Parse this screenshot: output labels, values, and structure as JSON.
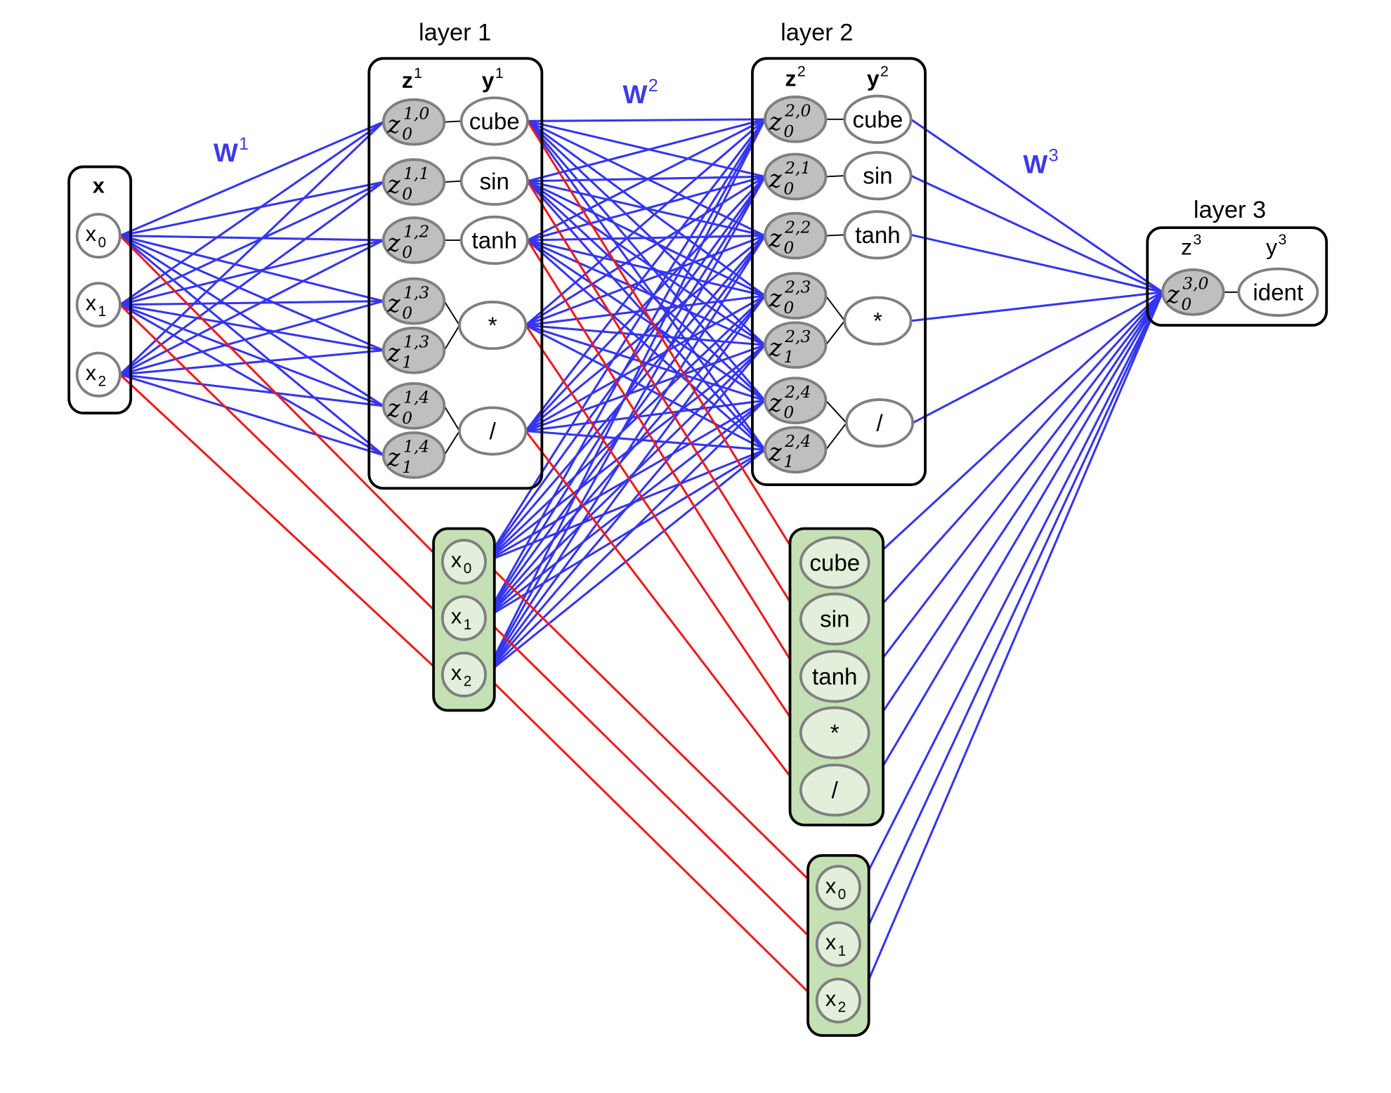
{
  "colors": {
    "weight_edge": "#3535f0",
    "skip_edge": "#ee1b1b",
    "z_fill": "#bfbfbf",
    "node_stroke": "#7f7f7f",
    "skip_box": "#c5e0b4",
    "skip_node": "#e2efda",
    "weight_label": "#3b3be8"
  },
  "weight_labels": [
    {
      "base": "W",
      "sup": "1"
    },
    {
      "base": "W",
      "sup": "2"
    },
    {
      "base": "W",
      "sup": "3"
    }
  ],
  "input": {
    "header": "x",
    "nodes": [
      {
        "base": "x",
        "sub": "0"
      },
      {
        "base": "x",
        "sub": "1"
      },
      {
        "base": "x",
        "sub": "2"
      }
    ]
  },
  "layer1": {
    "title": "layer 1",
    "z_header": {
      "base": "z",
      "sup": "1"
    },
    "y_header": {
      "base": "y",
      "sup": "1"
    },
    "z_nodes": [
      {
        "base": "z",
        "sub": "0",
        "sup": "1,0"
      },
      {
        "base": "z",
        "sub": "0",
        "sup": "1,1"
      },
      {
        "base": "z",
        "sub": "0",
        "sup": "1,2"
      },
      {
        "base": "z",
        "sub": "0",
        "sup": "1,3"
      },
      {
        "base": "z",
        "sub": "1",
        "sup": "1,3"
      },
      {
        "base": "z",
        "sub": "0",
        "sup": "1,4"
      },
      {
        "base": "z",
        "sub": "1",
        "sup": "1,4"
      }
    ],
    "y_nodes": [
      "cube",
      "sin",
      "tanh",
      "*",
      "/"
    ]
  },
  "layer2": {
    "title": "layer 2",
    "z_header": {
      "base": "z",
      "sup": "2"
    },
    "y_header": {
      "base": "y",
      "sup": "2"
    },
    "z_nodes": [
      {
        "base": "z",
        "sub": "0",
        "sup": "2,0"
      },
      {
        "base": "z",
        "sub": "0",
        "sup": "2,1"
      },
      {
        "base": "z",
        "sub": "0",
        "sup": "2,2"
      },
      {
        "base": "z",
        "sub": "0",
        "sup": "2,3"
      },
      {
        "base": "z",
        "sub": "1",
        "sup": "2,3"
      },
      {
        "base": "z",
        "sub": "0",
        "sup": "2,4"
      },
      {
        "base": "z",
        "sub": "1",
        "sup": "2,4"
      }
    ],
    "y_nodes": [
      "cube",
      "sin",
      "tanh",
      "*",
      "/"
    ]
  },
  "layer3": {
    "title": "layer 3",
    "z_header": {
      "base": "z",
      "sup": "3"
    },
    "y_header": {
      "base": "y",
      "sup": "3"
    },
    "z_nodes": [
      {
        "base": "z",
        "sub": "0",
        "sup": "3,0"
      }
    ],
    "y_nodes": [
      "ident"
    ]
  },
  "skip_x_1": {
    "nodes": [
      {
        "base": "x",
        "sub": "0"
      },
      {
        "base": "x",
        "sub": "1"
      },
      {
        "base": "x",
        "sub": "2"
      }
    ]
  },
  "skip_y_1": {
    "nodes": [
      "cube",
      "sin",
      "tanh",
      "*",
      "/"
    ]
  },
  "skip_x_2": {
    "nodes": [
      {
        "base": "x",
        "sub": "0"
      },
      {
        "base": "x",
        "sub": "1"
      },
      {
        "base": "x",
        "sub": "2"
      }
    ]
  }
}
